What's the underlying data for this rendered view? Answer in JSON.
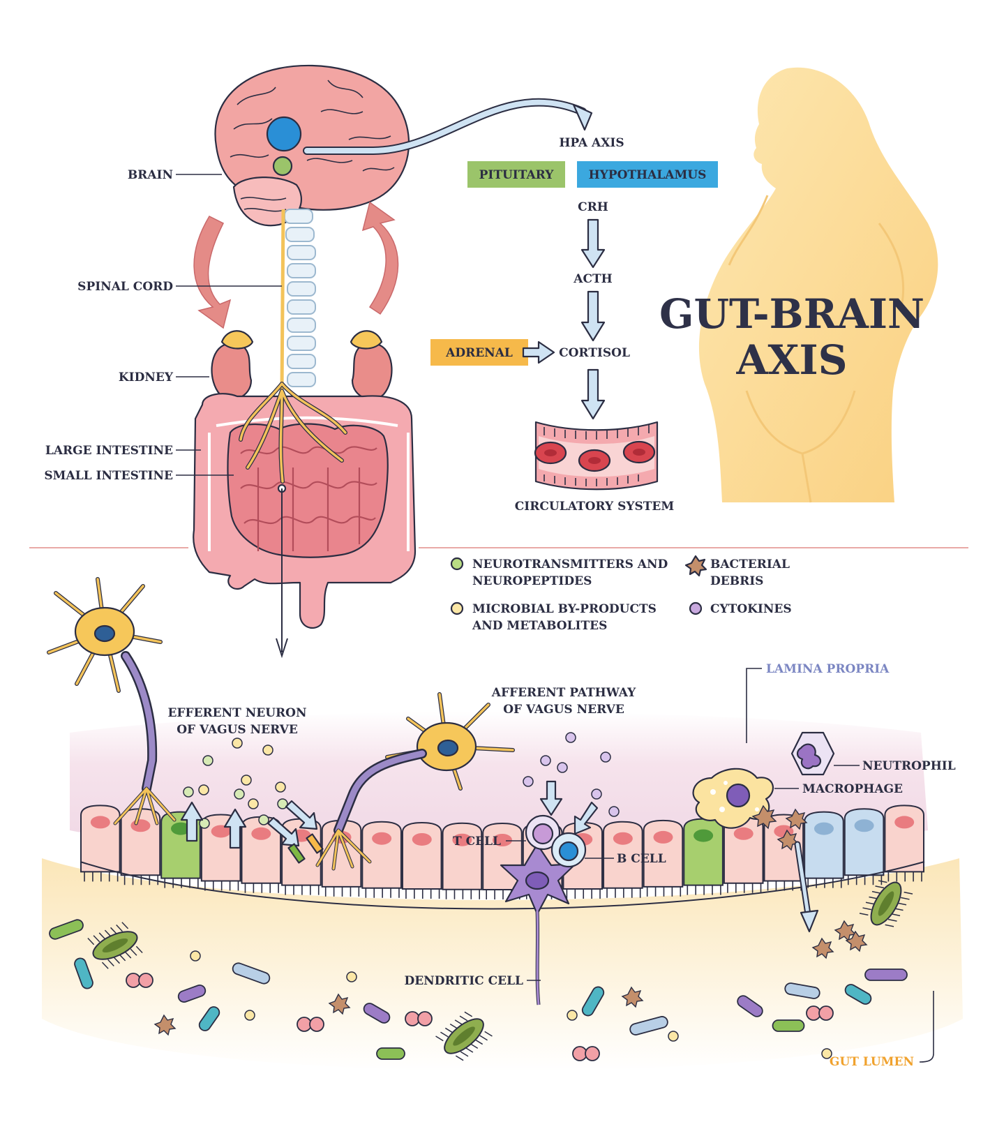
{
  "title": {
    "line1": "GUT-BRAIN",
    "line2": "AXIS"
  },
  "anatomy_labels": {
    "brain": "BRAIN",
    "spinal_cord": "SPINAL CORD",
    "kidney": "KIDNEY",
    "large_intestine": "LARGE INTESTINE",
    "small_intestine": "SMALL INTESTINE"
  },
  "hpa": {
    "heading": "HPA AXIS",
    "pituitary": "PITUITARY",
    "hypothalamus": "HYPOTHALAMUS",
    "crh": "CRH",
    "acth": "ACTH",
    "adrenal": "ADRENAL",
    "cortisol": "CORTISOL",
    "circulatory": "CIRCULATORY SYSTEM"
  },
  "legend": {
    "neurotransmitters": [
      "NEUROTRANSMITTERS AND",
      "NEUROPEPTIDES"
    ],
    "microbial": [
      "MICROBIAL BY-PRODUCTS",
      "AND METABOLITES"
    ],
    "bacterial": [
      "BACTERIAL",
      "DEBRIS"
    ],
    "cytokines": "CYTOKINES"
  },
  "gut_labels": {
    "efferent": [
      "EFFERENT NEURON",
      "OF VAGUS NERVE"
    ],
    "afferent": [
      "AFFERENT PATHWAY",
      "OF VAGUS NERVE"
    ],
    "lamina": "LAMINA PROPRIA",
    "neutrophil": "NEUTROPHIL",
    "macrophage": "MACROPHAGE",
    "t_cell": "T CELL",
    "b_cell": "B CELL",
    "dendritic": "DENDRITIC CELL",
    "lumen": "GUT LUMEN"
  },
  "colors": {
    "outline": "#2b2d42",
    "brain": "#ef9a9a",
    "intestine": "#f2a0a6",
    "nerve": "#f3c35a",
    "pituitary_box": "#9bc46a",
    "hypothalamus_box": "#3ba8df",
    "adrenal_box": "#f6b94a",
    "arrow_fill": "#cfe3f3",
    "lamina_text": "#7b86c2",
    "lumen_text": "#f0a22e",
    "silhouette": "#fbd78a",
    "divider": "#e9a9a6"
  },
  "icons": [
    "brain-icon",
    "spine-icon",
    "kidney-icon",
    "intestine-icon",
    "silhouette-icon",
    "neuron-icon",
    "bacteria-icon",
    "blood-vessel-icon"
  ]
}
